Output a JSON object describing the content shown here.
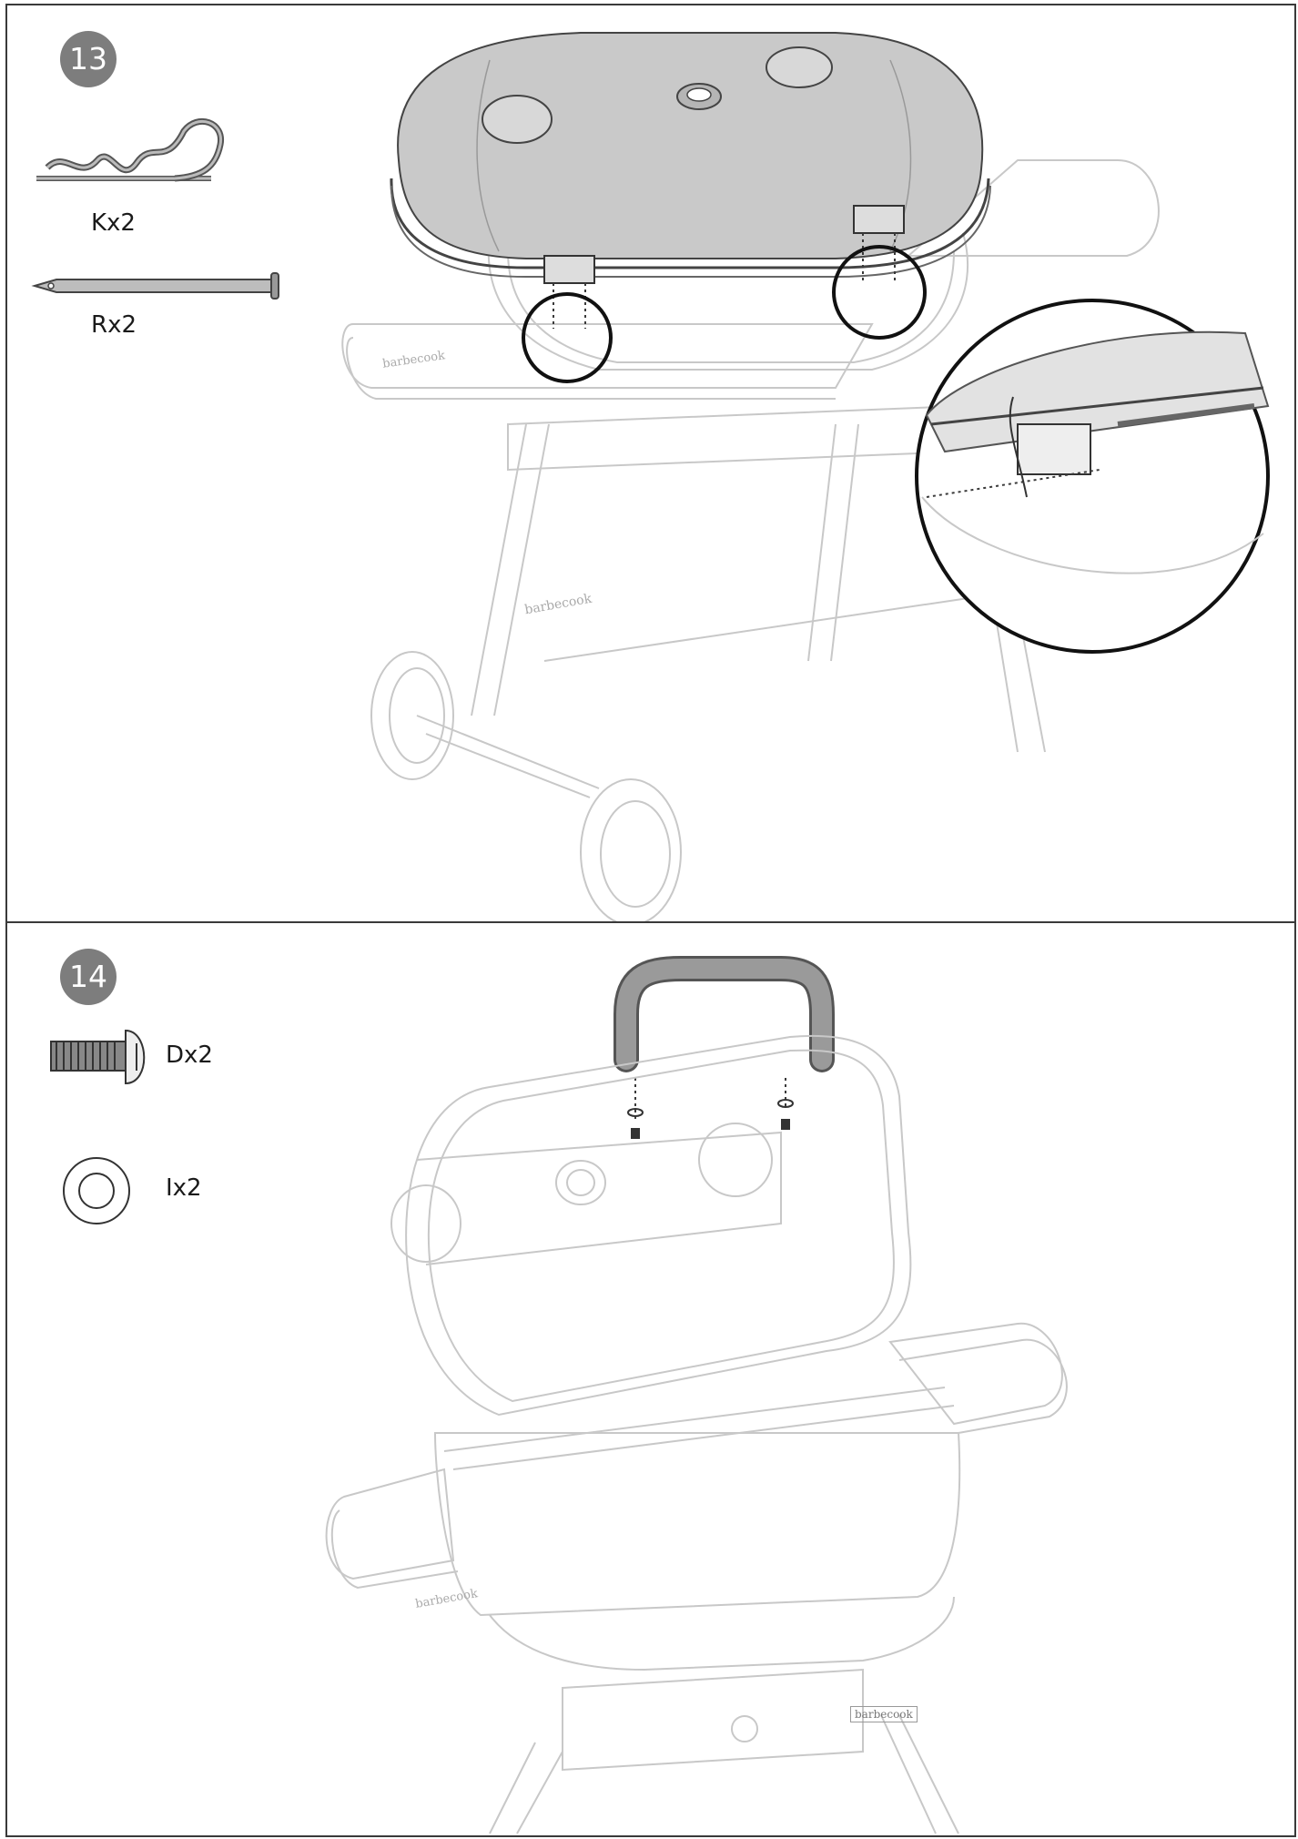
{
  "steps": [
    {
      "number": "13",
      "parts": [
        {
          "label": "Kx2",
          "icon": "r-clip-icon"
        },
        {
          "label": "Rx2",
          "icon": "hinge-pin-icon"
        }
      ]
    },
    {
      "number": "14",
      "parts": [
        {
          "label": "Dx2",
          "icon": "bolt-icon"
        },
        {
          "label": "Ix2",
          "icon": "washer-icon"
        }
      ]
    }
  ],
  "brand_mark": "barbecook",
  "colors": {
    "badge": "#7d7d7d",
    "lid_fill": "#c9c9c9",
    "border": "#3a3a3a",
    "line_art": "#c8c8c8"
  }
}
